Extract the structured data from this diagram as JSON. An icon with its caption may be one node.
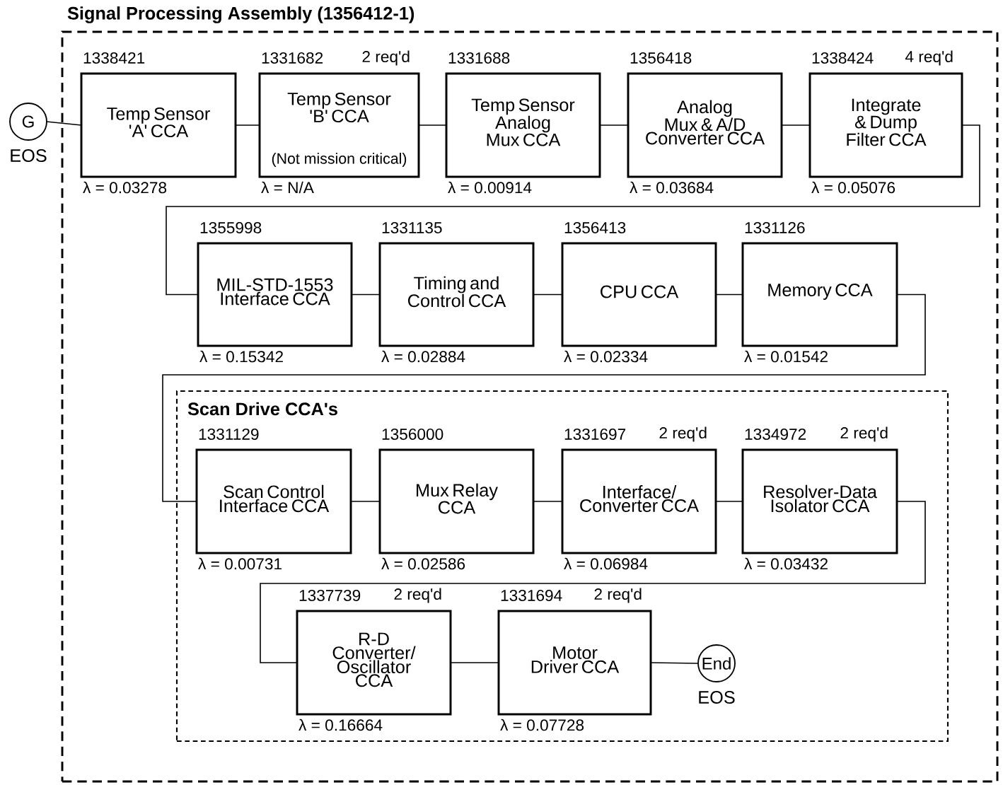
{
  "diagram": {
    "nodes": [
      {
        "text": [
          "Signal Processing Assembly (1356412-1)"
        ]
      },
      {
        "text": [
          "G"
        ],
        "beside": [
          "EOS"
        ]
      },
      {
        "text": [
          "Temp Sensor 'A' CCA"
        ],
        "in": 0,
        "beside": [
          "1338421",
          "λ = 0.03278"
        ]
      },
      {
        "text": [
          "Temp Sensor 'B' CCA",
          "(Not mission critical)"
        ],
        "in": 0,
        "beside": [
          "1331682",
          "2 req'd",
          "λ = N/A"
        ]
      },
      {
        "text": [
          "Temp Sensor Analog Mux CCA"
        ],
        "in": 0,
        "beside": [
          "1331688",
          "λ = 0.00914"
        ]
      },
      {
        "text": [
          "Analog Mux & A/D Converter CCA"
        ],
        "in": 0,
        "beside": [
          "1356418",
          "λ = 0.03684"
        ]
      },
      {
        "text": [
          "Integrate & Dump Filter CCA"
        ],
        "in": 0,
        "beside": [
          "1338424",
          "4 req'd",
          "λ = 0.05076"
        ]
      },
      {
        "text": [
          "MIL-STD-1553 Interface CCA"
        ],
        "in": 0,
        "beside": [
          "1355998",
          "λ = 0.15342"
        ]
      },
      {
        "text": [
          "Timing and Control CCA"
        ],
        "in": 0,
        "beside": [
          "1331135",
          "λ = 0.02884"
        ]
      },
      {
        "text": [
          "CPU CCA"
        ],
        "in": 0,
        "beside": [
          "1356413",
          "λ = 0.02334"
        ]
      },
      {
        "text": [
          "Memory CCA"
        ],
        "in": 0,
        "beside": [
          "1331126",
          "λ = 0.01542"
        ]
      },
      {
        "text": [
          "Scan Drive CCA's"
        ],
        "in": 0
      },
      {
        "text": [
          "Scan Control Interface CCA"
        ],
        "in": 11,
        "beside": [
          "1331129",
          "λ = 0.00731"
        ]
      },
      {
        "text": [
          "Mux Relay CCA"
        ],
        "in": 11,
        "beside": [
          "1356000",
          "λ = 0.02586"
        ]
      },
      {
        "text": [
          "Interface/ Converter CCA"
        ],
        "in": 11,
        "beside": [
          "1331697",
          "2 req'd",
          "λ = 0.06984"
        ]
      },
      {
        "text": [
          "Resolver-Data Isolator CCA"
        ],
        "in": 11,
        "beside": [
          "1334972",
          "2 req'd",
          "λ = 0.03432"
        ]
      },
      {
        "text": [
          "R-D Converter/ Oscillator CCA"
        ],
        "in": 11,
        "beside": [
          "1337739",
          "2 req'd",
          "λ = 0.16664"
        ]
      },
      {
        "text": [
          "Motor Driver CCA"
        ],
        "in": 11,
        "beside": [
          "1331694",
          "2 req'd",
          "λ = 0.07728"
        ]
      },
      {
        "text": [
          "End"
        ],
        "in": 11,
        "beside": [
          "EOS"
        ]
      }
    ],
    "edges": [
      {
        "from": 1,
        "to": 2,
        "arrow": "none"
      },
      {
        "from": 2,
        "to": 3,
        "arrow": "none"
      },
      {
        "from": 3,
        "to": 4,
        "arrow": "none"
      },
      {
        "from": 4,
        "to": 5,
        "arrow": "none"
      },
      {
        "from": 5,
        "to": 6,
        "arrow": "none"
      },
      {
        "from": 6,
        "to": 7,
        "arrow": "none"
      },
      {
        "from": 7,
        "to": 8,
        "arrow": "none"
      },
      {
        "from": 8,
        "to": 9,
        "arrow": "none"
      },
      {
        "from": 9,
        "to": 10,
        "arrow": "none"
      },
      {
        "from": 10,
        "to": 12,
        "arrow": "none"
      },
      {
        "from": 12,
        "to": 13,
        "arrow": "none"
      },
      {
        "from": 13,
        "to": 14,
        "arrow": "none"
      },
      {
        "from": 14,
        "to": 15,
        "arrow": "none"
      },
      {
        "from": 15,
        "to": 16,
        "arrow": "none"
      },
      {
        "from": 16,
        "to": 17,
        "arrow": "none"
      },
      {
        "from": 17,
        "to": 18,
        "arrow": "none"
      }
    ]
  }
}
